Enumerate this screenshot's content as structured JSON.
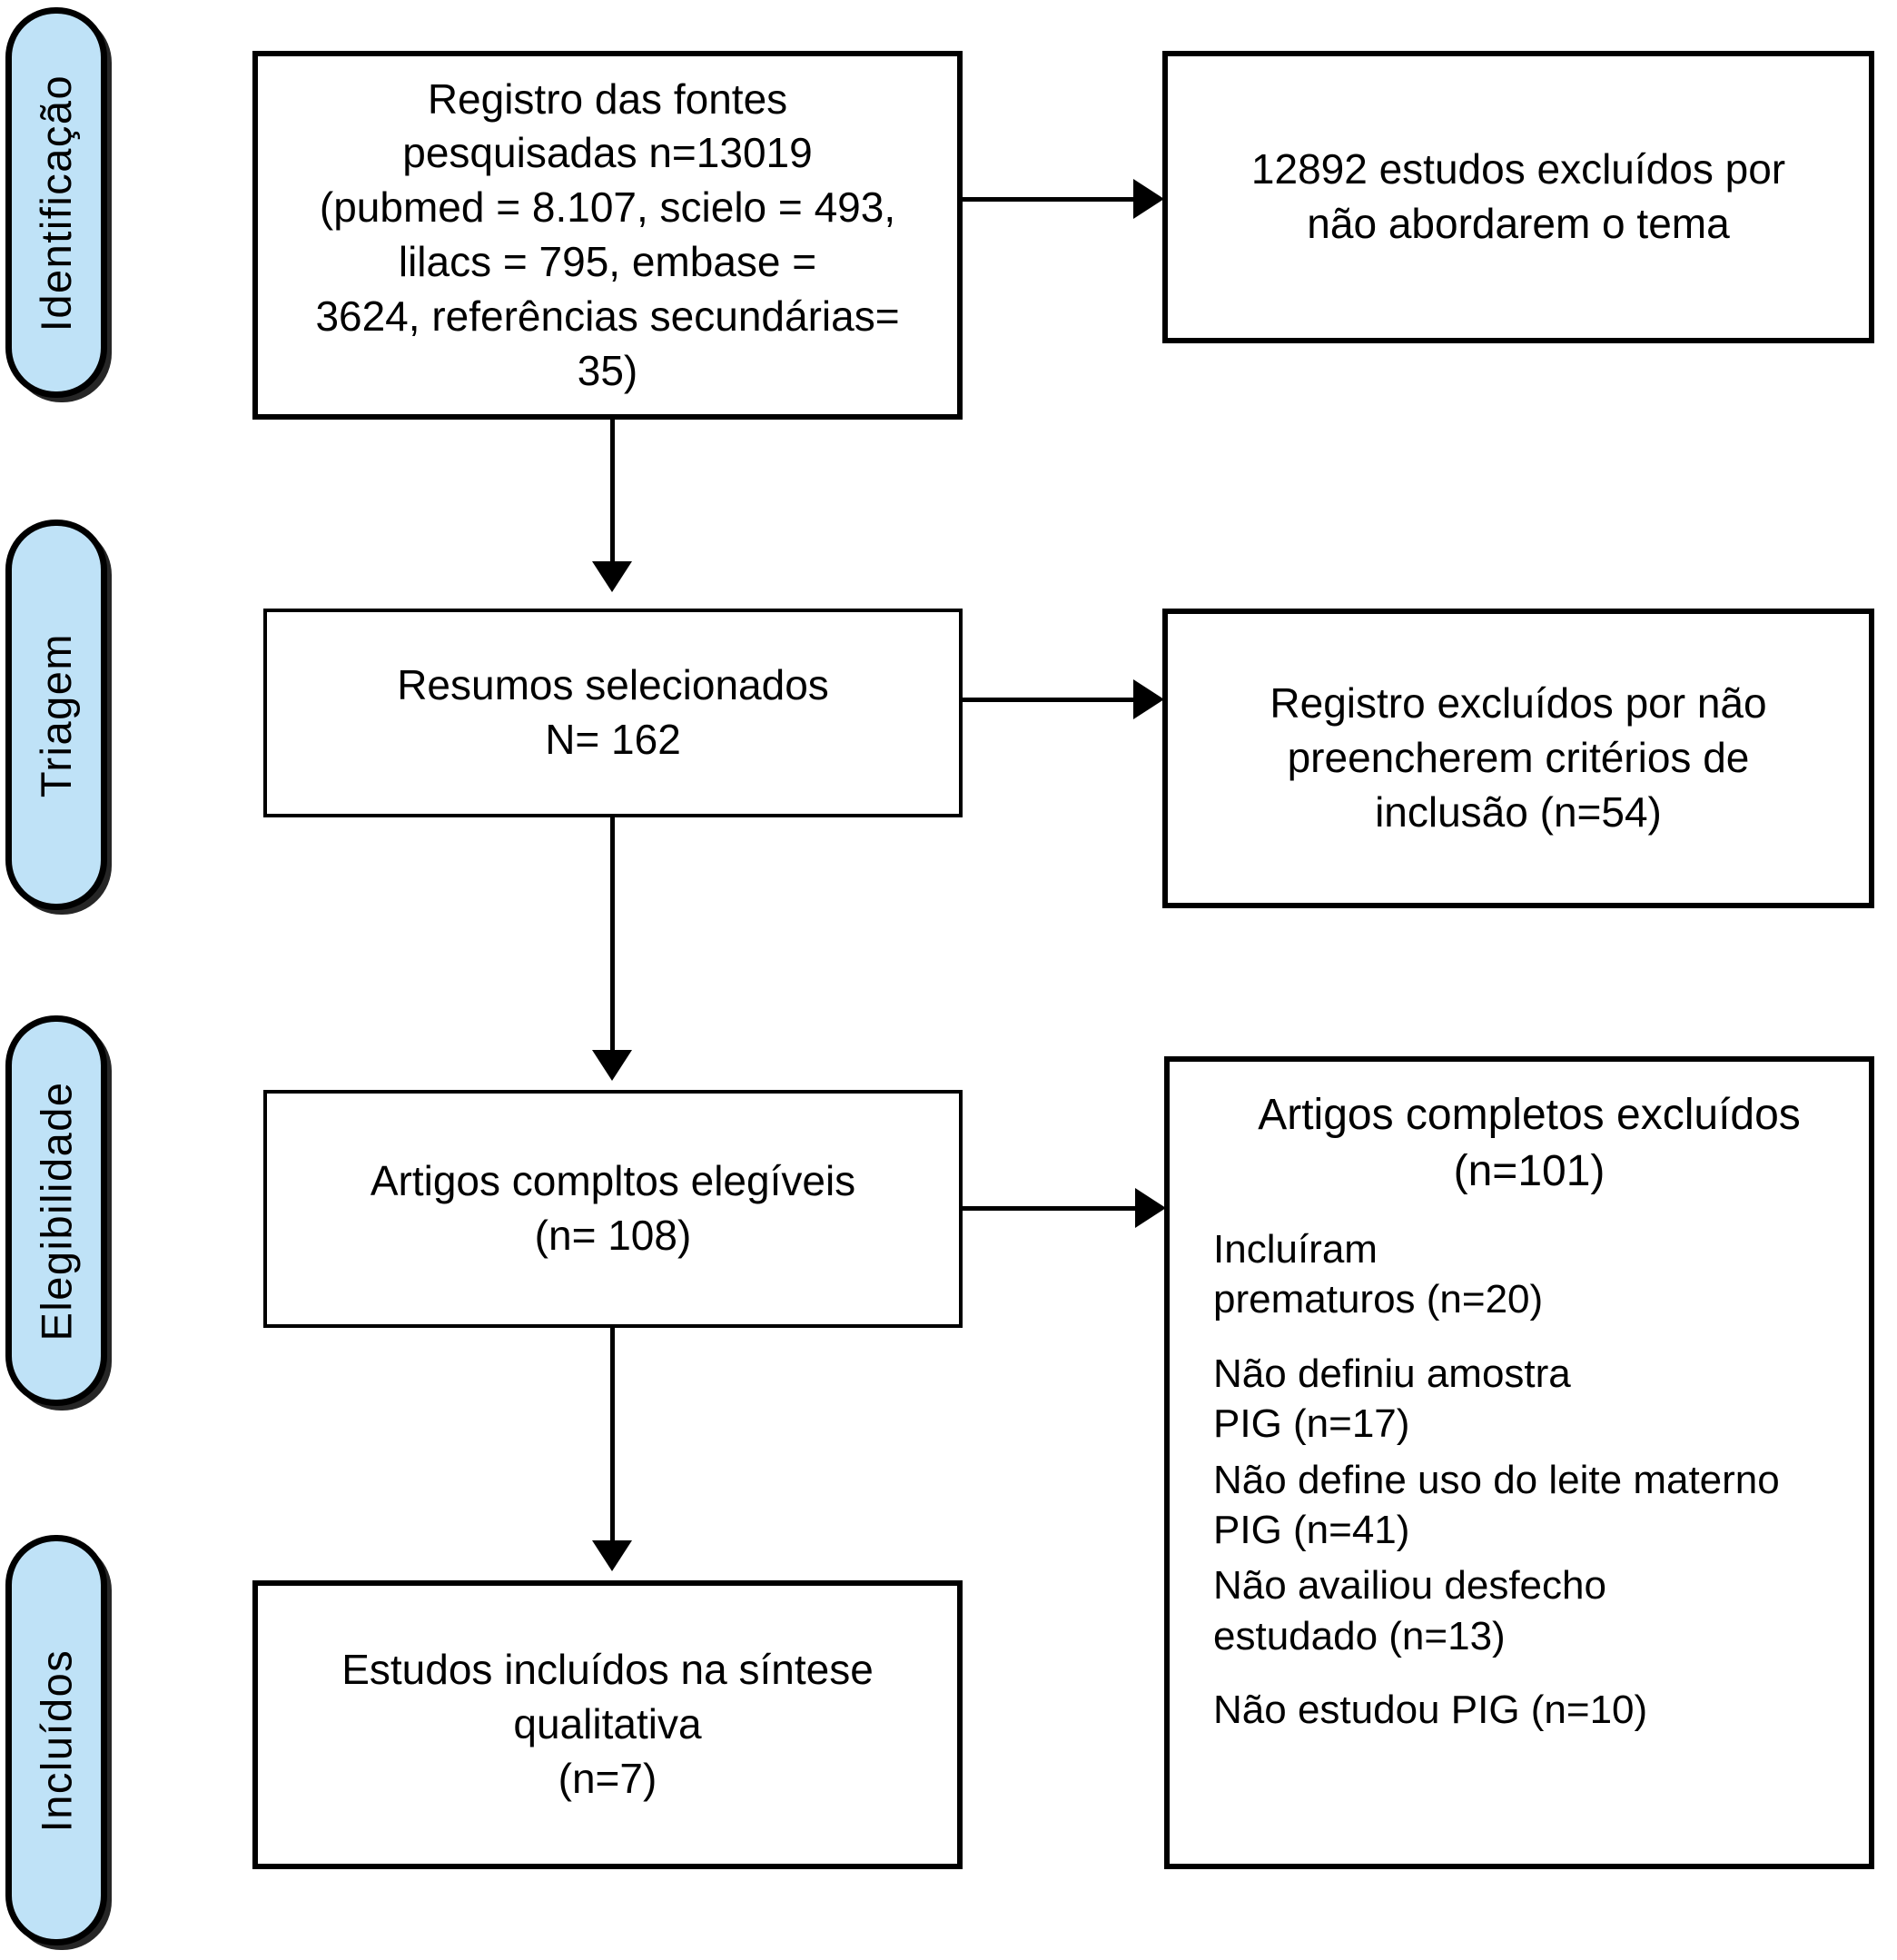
{
  "diagram": {
    "title": "PRISMA flow diagram",
    "colors": {
      "stage_fill": "#bfe2f7",
      "stroke": "#000000",
      "box_fill": "#ffffff"
    }
  },
  "stages": [
    {
      "id": "identificacao",
      "label": "Identificação"
    },
    {
      "id": "triagem",
      "label": "Triagem"
    },
    {
      "id": "elegibilidade",
      "label": "Elegibilidade"
    },
    {
      "id": "incluidos",
      "label": "Incluídos"
    }
  ],
  "boxes": {
    "records_identified": {
      "text": "Registro das fontes\npesquisadas n=13019\n(pubmed = 8.107, scielo = 493,\nlilacs = 795, embase =\n3624, referências secundárias=\n35)"
    },
    "records_excluded_topic": {
      "text": "12892 estudos excluídos por\nnão abordarem o tema"
    },
    "abstracts_screened": {
      "text": "Resumos selecionados\nN= 162"
    },
    "records_excluded_criteria": {
      "text": "Registro excluídos por não\npreencherem critérios de\ninclusão (n=54)"
    },
    "full_text_eligible": {
      "text": "Artigos compltos elegíveis\n(n= 108)"
    },
    "studies_included": {
      "text": "Estudos incluídos na síntese\nqualitativa\n(n=7)"
    },
    "full_text_excluded": {
      "title": "Artigos completos excluídos\n(n=101)",
      "reasons": [
        "Incluíram\nprematuros (n=20)",
        "Não definiu amostra\nPIG (n=17)",
        "Não define uso do leite materno\nPIG (n=41)",
        "Não availiou desfecho\nestudado (n=13)",
        "Não estudou PIG (n=10)"
      ]
    }
  }
}
